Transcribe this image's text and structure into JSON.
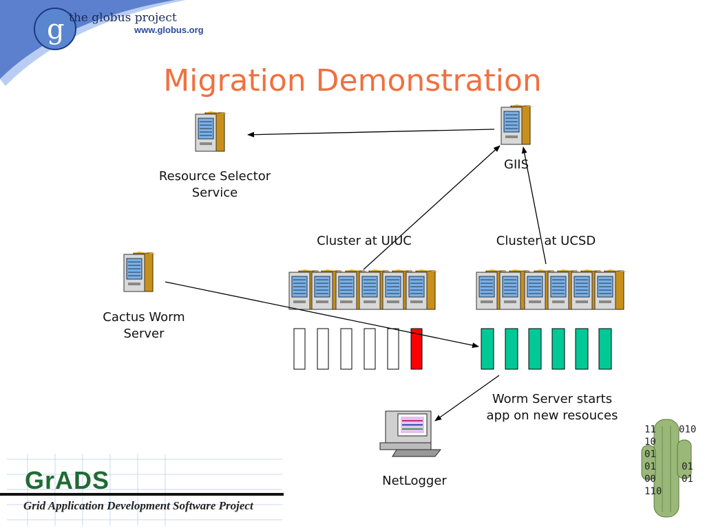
{
  "header": {
    "logo_text": "the globus project",
    "logo_url": "www.globus.org"
  },
  "slide": {
    "title": "Migration Demonstration"
  },
  "nodes": {
    "resource_selector": {
      "line1": "Resource Selector",
      "line2": "Service"
    },
    "giis": {
      "label": "GIIS"
    },
    "cactus_worm": {
      "line1": "Cactus Worm",
      "line2": "Server"
    },
    "cluster_uiuc": {
      "label": "Cluster at UIUC"
    },
    "cluster_ucsd": {
      "label": "Cluster at UCSD"
    },
    "worm_note": {
      "line1": "Worm Server starts",
      "line2": "app on new resouces"
    },
    "netlogger": {
      "label": "NetLogger"
    }
  },
  "footer": {
    "grads_word": "GrADS",
    "grads_subtitle": "Grid Application Development Software Project",
    "cactus_digits": [
      "11",
      "010",
      "10",
      "01",
      "01",
      "01",
      "00",
      "01",
      "110"
    ]
  },
  "colors": {
    "title": "#f07040",
    "active_cell": "#ff0000",
    "ucsd_cell": "#00c896",
    "server_body": "#c8901a"
  }
}
